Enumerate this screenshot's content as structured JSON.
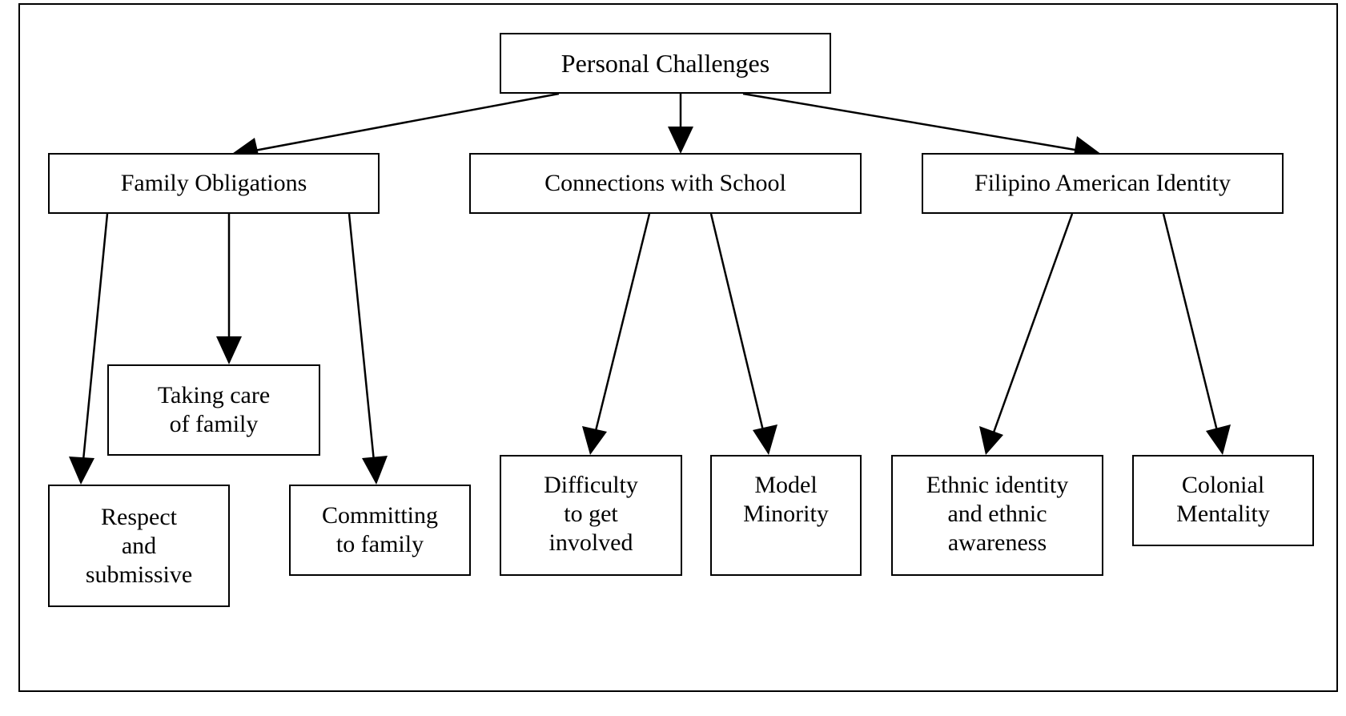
{
  "diagram": {
    "nodes": [
      {
        "id": "root",
        "lines": [
          "Personal Challenges"
        ]
      },
      {
        "id": "family",
        "lines": [
          "Family Obligations"
        ]
      },
      {
        "id": "school",
        "lines": [
          "Connections with School"
        ]
      },
      {
        "id": "identity",
        "lines": [
          "Filipino American Identity"
        ]
      },
      {
        "id": "care",
        "lines": [
          "Taking care",
          "of family"
        ]
      },
      {
        "id": "respect",
        "lines": [
          "Respect",
          "and",
          "submissive"
        ]
      },
      {
        "id": "commit",
        "lines": [
          "Committing",
          "to family"
        ]
      },
      {
        "id": "difficulty",
        "lines": [
          "Difficulty",
          "to get",
          "involved"
        ]
      },
      {
        "id": "model",
        "lines": [
          "Model",
          "Minority"
        ]
      },
      {
        "id": "ethnic",
        "lines": [
          "Ethnic identity",
          "and ethnic",
          "awareness"
        ]
      },
      {
        "id": "colonial",
        "lines": [
          "Colonial",
          "Mentality"
        ]
      }
    ],
    "edges": [
      {
        "from": "root",
        "to": "family"
      },
      {
        "from": "root",
        "to": "school"
      },
      {
        "from": "root",
        "to": "identity"
      },
      {
        "from": "family",
        "to": "respect"
      },
      {
        "from": "family",
        "to": "care"
      },
      {
        "from": "family",
        "to": "commit"
      },
      {
        "from": "school",
        "to": "difficulty"
      },
      {
        "from": "school",
        "to": "model"
      },
      {
        "from": "identity",
        "to": "ethnic"
      },
      {
        "from": "identity",
        "to": "colonial"
      }
    ],
    "colors": {
      "line": "#000000",
      "fill": "#ffffff"
    }
  }
}
